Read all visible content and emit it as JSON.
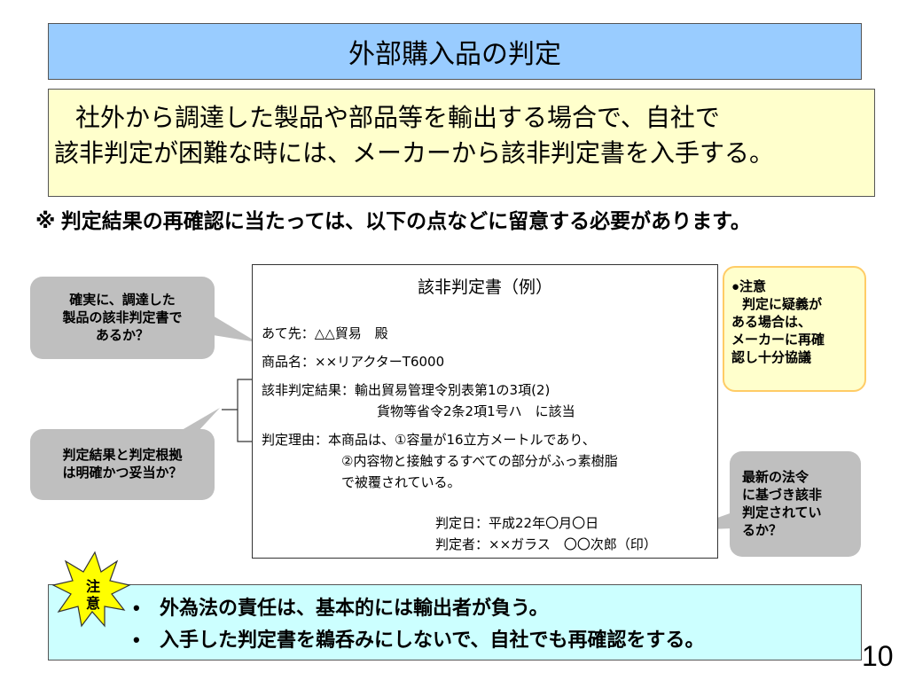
{
  "title": "外部購入品の判定",
  "intro": {
    "line1": "社外から調達した製品や部品等を輸出する場合で、自社で",
    "line2": "該非判定が困難な時には、メーカーから該非判定書を入手する。"
  },
  "note": "※ 判定結果の再確認に当たっては、以下の点などに留意する必要があります。",
  "certificate": {
    "title": "該非判定書（例）",
    "addressee": "あて先：△△貿易　殿",
    "product": "商品名：××リアクターT6000",
    "result_line1": "該非判定結果：輸出貿易管理令別表第1の3項(2)",
    "result_line2": "貨物等省令2条2項1号ハ　に該当",
    "reason_line1": "判定理由：本商品は、①容量が16立方メートルであり、",
    "reason_line2": "②内容物と接触するすべての部分がふっ素樹脂",
    "reason_line3": "で被覆されている。",
    "date": "判定日：平成22年〇月〇日",
    "judge": "判定者：××ガラス　〇〇次郎（印）"
  },
  "callouts": {
    "c1_line1": "確実に、調達した",
    "c1_line2": "製品の該非判定書で",
    "c1_line3": "あるか？",
    "c2_line1": "判定結果と判定根拠",
    "c2_line2": "は明確かつ妥当か？",
    "c3_line1": "最新の法令",
    "c3_line2": "に基づき該非",
    "c3_line3": "判定されてい",
    "c3_line4": "るか？"
  },
  "caution": {
    "heading": "●注意",
    "line1": "判定に疑義が",
    "line2": "ある場合は、",
    "line3": "メーカーに再確",
    "line4": "認し十分協議"
  },
  "badge": {
    "char1": "注",
    "char2": "意"
  },
  "bottom": {
    "bullet": "•",
    "item1": "外為法の責任は、基本的には輸出者が負う。",
    "item2": "入手した判定書を鵜呑みにしないで、自社でも再確認をする。"
  },
  "page_number": "10",
  "colors": {
    "title_bg": "#99ccff",
    "intro_bg": "#ffffcc",
    "callout_bg": "#bfbfbf",
    "bottom_bg": "#ccffff",
    "badge_fill": "#ffff00"
  }
}
